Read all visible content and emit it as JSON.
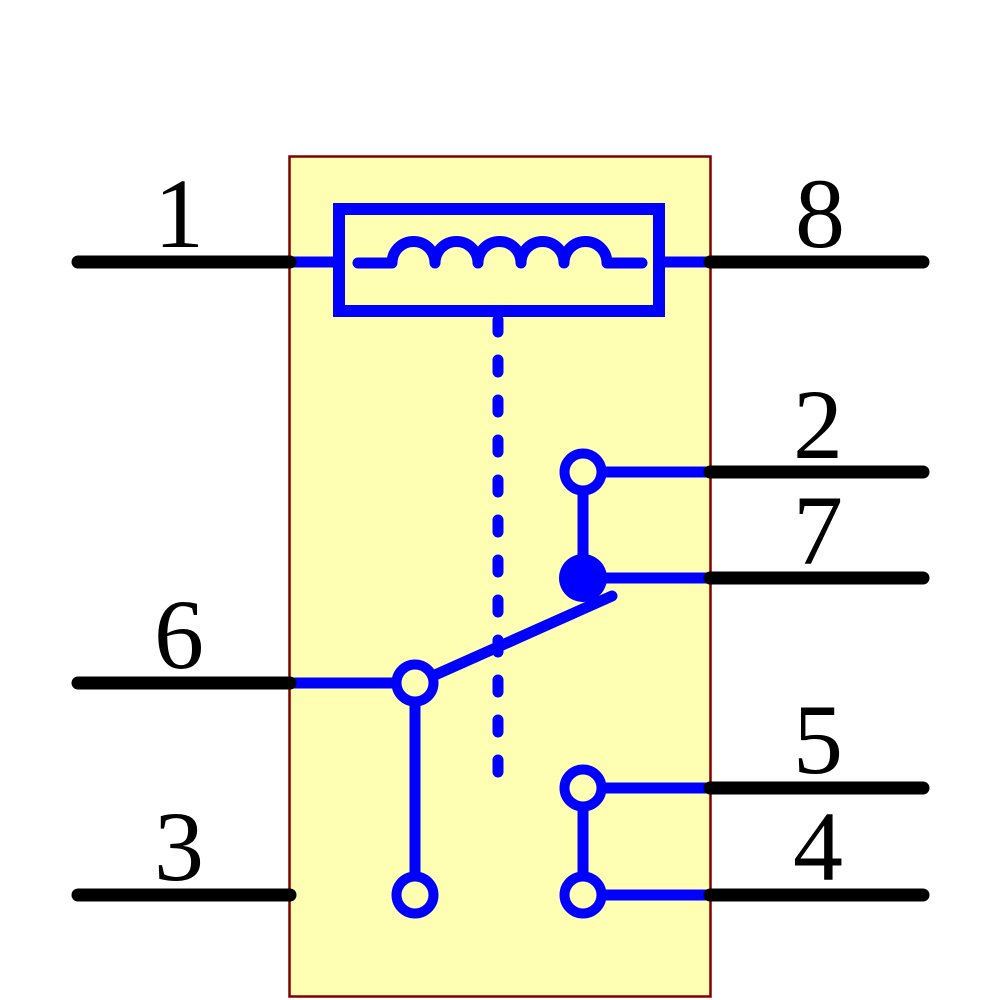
{
  "diagram": {
    "kind": "relay-schematic-symbol",
    "elements": {
      "coil": "inductor inside rectangle",
      "linkage": "vertical dashed mechanical link",
      "switch": "changeover contact with common pole"
    }
  },
  "pins": {
    "p1": {
      "label": "1",
      "side": "left",
      "connects": "coil-left"
    },
    "p8": {
      "label": "8",
      "side": "right",
      "connects": "coil-right"
    },
    "p2": {
      "label": "2",
      "side": "right",
      "connects": "upper-contact"
    },
    "p7": {
      "label": "7",
      "side": "right",
      "connects": "common-junction"
    },
    "p6": {
      "label": "6",
      "side": "left",
      "connects": "pole-contact"
    },
    "p5": {
      "label": "5",
      "side": "right",
      "connects": "lower-contact-top"
    },
    "p3": {
      "label": "3",
      "side": "left",
      "connects": "pole-bottom-contact"
    },
    "p4": {
      "label": "4",
      "side": "right",
      "connects": "lower-contact-bottom"
    }
  },
  "colors": {
    "canvas_bg": "#FFFFFF",
    "body_fill": "#FFFFB3",
    "body_border": "#800000",
    "symbol_blue": "#0000FF",
    "wire_black": "#000000",
    "label_text": "#000000"
  }
}
